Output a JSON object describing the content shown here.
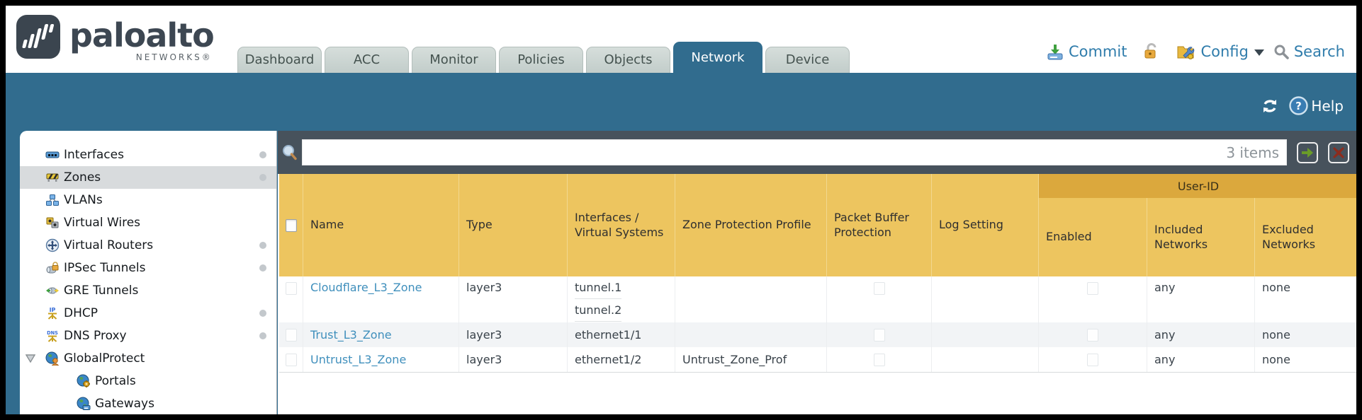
{
  "brand": {
    "name": "paloalto",
    "sub": "NETWORKS®"
  },
  "nav": {
    "tabs": [
      {
        "label": "Dashboard",
        "active": false
      },
      {
        "label": "ACC",
        "active": false
      },
      {
        "label": "Monitor",
        "active": false
      },
      {
        "label": "Policies",
        "active": false
      },
      {
        "label": "Objects",
        "active": false
      },
      {
        "label": "Network",
        "active": true
      },
      {
        "label": "Device",
        "active": false
      }
    ]
  },
  "header_actions": {
    "commit": "Commit",
    "config": "Config",
    "search": "Search"
  },
  "toolbar": {
    "help_label": "Help"
  },
  "sidebar": {
    "items": [
      {
        "label": "Interfaces",
        "icon": "interfaces-icon",
        "dot": true,
        "selected": false
      },
      {
        "label": "Zones",
        "icon": "zones-icon",
        "dot": true,
        "selected": true
      },
      {
        "label": "VLANs",
        "icon": "vlans-icon",
        "dot": false,
        "selected": false
      },
      {
        "label": "Virtual Wires",
        "icon": "virtual-wires-icon",
        "dot": false,
        "selected": false
      },
      {
        "label": "Virtual Routers",
        "icon": "virtual-routers-icon",
        "dot": true,
        "selected": false
      },
      {
        "label": "IPSec Tunnels",
        "icon": "ipsec-tunnels-icon",
        "dot": true,
        "selected": false
      },
      {
        "label": "GRE Tunnels",
        "icon": "gre-tunnels-icon",
        "dot": false,
        "selected": false
      },
      {
        "label": "DHCP",
        "icon": "dhcp-icon",
        "dot": true,
        "selected": false
      },
      {
        "label": "DNS Proxy",
        "icon": "dns-proxy-icon",
        "dot": true,
        "selected": false
      },
      {
        "label": "GlobalProtect",
        "icon": "globalprotect-icon",
        "dot": false,
        "selected": false,
        "expanded": true
      },
      {
        "label": "Portals",
        "icon": "portals-icon",
        "dot": false,
        "selected": false,
        "child": true
      },
      {
        "label": "Gateways",
        "icon": "gateways-icon",
        "dot": false,
        "selected": false,
        "child": true
      }
    ]
  },
  "filter": {
    "value": "",
    "count": "3 items"
  },
  "table": {
    "group_header": "User-ID",
    "columns": {
      "name": "Name",
      "type": "Type",
      "interfaces": "Interfaces / Virtual Systems",
      "zpp": "Zone Protection Profile",
      "pbp": "Packet Buffer Protection",
      "log": "Log Setting",
      "enabled": "Enabled",
      "included": "Included Networks",
      "excluded": "Excluded Networks"
    },
    "rows": [
      {
        "name": "Cloudflare_L3_Zone",
        "type": "layer3",
        "interfaces": [
          "tunnel.1",
          "tunnel.2"
        ],
        "zone_protection_profile": "",
        "log_setting": "",
        "included_networks": "any",
        "excluded_networks": "none"
      },
      {
        "name": "Trust_L3_Zone",
        "type": "layer3",
        "interfaces": [
          "ethernet1/1"
        ],
        "zone_protection_profile": "",
        "log_setting": "",
        "included_networks": "any",
        "excluded_networks": "none"
      },
      {
        "name": "Untrust_L3_Zone",
        "type": "layer3",
        "interfaces": [
          "ethernet1/2"
        ],
        "zone_protection_profile": "Untrust_Zone_Prof",
        "log_setting": "",
        "included_networks": "any",
        "excluded_networks": "none"
      }
    ]
  },
  "colors": {
    "teal_band": "#316c8e",
    "slate_searchbar": "#47525c",
    "header_gold": "#edc55f",
    "group_gold": "#dba83d",
    "link_blue": "#3f8fbc",
    "active_tab": "#316c8e"
  }
}
